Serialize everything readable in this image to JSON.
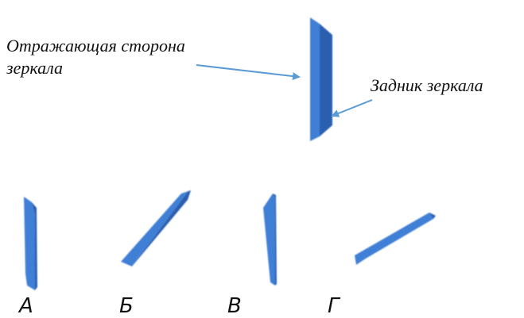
{
  "annotations": {
    "reflecting_side": "Отражающая сторона\nзеркала",
    "back_side": "Задник зеркала"
  },
  "options": [
    {
      "label": "А"
    },
    {
      "label": "Б"
    },
    {
      "label": "В"
    },
    {
      "label": "Г"
    }
  ],
  "colors": {
    "mirror_front": "#3f7fd6",
    "mirror_back": "#2a5fb0",
    "arrow": "#5b9bd5",
    "text": "#111111"
  }
}
